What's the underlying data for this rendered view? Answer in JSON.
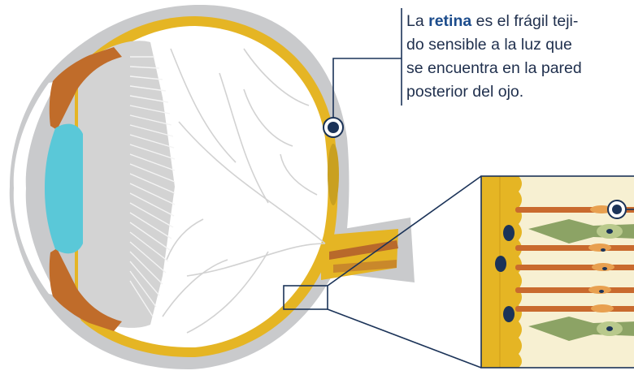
{
  "caption": {
    "lead": "La",
    "keyword": "retina",
    "line1_rest": "es el frágil teji-",
    "line2": "do sensible a la luz que",
    "line3": "se encuentra en la pared",
    "line4": "posterior del ojo."
  },
  "colors": {
    "sclera": "#c9cacc",
    "retina": "#e5b524",
    "ciliary_body": "#c06c2a",
    "lens": "#d3d3d3",
    "cornea_iris": "#5ac8d8",
    "vessel": "#d2d2d2",
    "navy": "#1b3358",
    "cone": "#8ca365",
    "rod": "#c96a2e",
    "tissue_bg": "#f7f0d2"
  },
  "icons": {
    "marker": "retina-marker-icon"
  }
}
